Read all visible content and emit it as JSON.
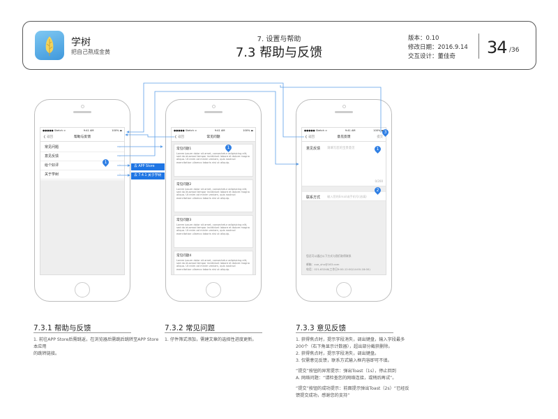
{
  "header": {
    "app_name": "学树",
    "app_slogan": "把自己熬成金黄",
    "section_number": "7. 设置与帮助",
    "page_title": "7.3 帮助与反馈",
    "version": "版本：0.10",
    "modified": "修改日期：2016.9.14",
    "designer": "交互设计：董佳奇",
    "page_current": "34",
    "page_total": "/36"
  },
  "status_bar": {
    "carrier": "●●●●● Sketch ≈",
    "time": "9:41 AM",
    "battery": "100% ▬"
  },
  "phone1": {
    "nav_back": "❮ 返回",
    "nav_title": "帮助与反馈",
    "items": [
      {
        "label": "常见问题"
      },
      {
        "label": "意见反馈"
      },
      {
        "label": "给个好评"
      },
      {
        "label": "关于学树"
      }
    ],
    "pin": "1",
    "callouts": [
      "去 APP Store",
      "去 7.4.1 关于学树"
    ]
  },
  "phone2": {
    "nav_back": "❮ 返回",
    "nav_title": "常见问题",
    "pin": "1",
    "faqs": [
      {
        "title": "常见问题1",
        "body": "Lorem ipsum dolor sit amet, consectetur adipisicing elit, sed do eiusmod tempor incididunt labore et dolore magna aliqua. Ut enim ad minim veniam, quis nostrud exercitation ullamco laboris nisi ut aliquip."
      },
      {
        "title": "常见问题2",
        "body": "Lorem ipsum dolor sit amet, consectetur adipisicing elit, sed do eiusmod tempor incididunt labore et dolore magna aliqua. Ut enim ad minim veniam, quis nostrud exercitation ullamco laboris nisi ut aliquip."
      },
      {
        "title": "常见问题3",
        "body": "Lorem ipsum dolor sit amet, consectetur adipisicing elit, sed do eiusmod tempor incididunt labore et dolore magna aliqua. Ut enim ad minim veniam, quis nostrud exercitation ullamco laboris nisi ut aliquip."
      },
      {
        "title": "常见问题4",
        "body": "Lorem ipsum dolor sit amet, consectetur adipisicing elit, sed do eiusmod tempor incididunt labore et dolore magna aliqua. Ut enim ad minim veniam, quis nostrud exercitation ullamco laboris nisi ut aliquip."
      }
    ]
  },
  "phone3": {
    "nav_back": "❮ 返回",
    "nav_title": "意见反馈",
    "nav_right": "提交",
    "feedback_label": "意见反馈",
    "feedback_placeholder": "请填写您的宝贵意见",
    "counter": "0/200",
    "contact_label": "联系方式",
    "contact_placeholder": "输入您的Email或手机号(选填)",
    "footer_hint": "您还可以通过以下方式与我们取得联系",
    "footer_email": "邮箱：xue_shu@163.com",
    "footer_phone": "电话：021-63248(工作日9:00-12:00/14:00-18:00)",
    "pins": [
      "1",
      "2",
      "3"
    ]
  },
  "sections": [
    {
      "title": "7.3.1 帮助与反馈",
      "lines": [
        "1. 前往APP Store后需跳返，在浏览器后需跳后跳转至APP Store本应用",
        "的跳转链接。"
      ]
    },
    {
      "title": "7.3.2 常见问题",
      "lines": [
        "1. 仔件筛式添加，需建文章的选择性进度更新。"
      ]
    },
    {
      "title": "7.3.3 意见反馈",
      "lines": [
        "1. 获得焦点时，提示字段消失，调出键盘，输入字段最多",
        "200个（右下角显示计数器），超出部分截获删除。",
        "2. 获得焦点时，提示字段消失，调出键盘。",
        "3. 仅需意见反馈，联系方式输入框内容即可不填。",
        "",
        "“提交”按钮的异常提示：弹出Toast（1s），停止回到",
        "A. 网络问题：“请检查您的网络连接，或稍后再试”。",
        "",
        "“提交”按钮的成功提示：前面提示弹出Toast（2s）“已经反",
        "馈提交成功，感谢您的支持”"
      ]
    }
  ],
  "colors": {
    "accent": "#2f7fe4",
    "arrow": "#5b9ee8"
  }
}
